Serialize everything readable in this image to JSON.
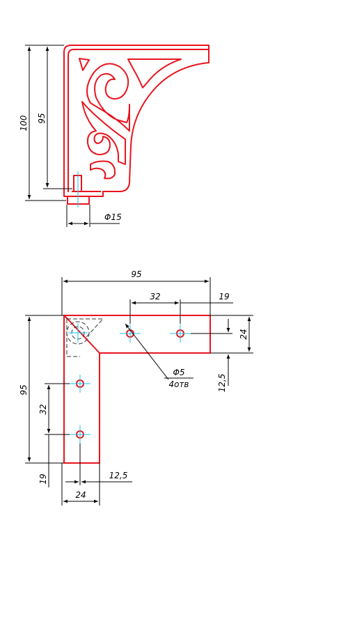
{
  "front_view": {
    "height_overall": "100",
    "height_inner": "95",
    "leg_diameter": "Φ15"
  },
  "top_view": {
    "width_overall": "95",
    "hole_spacing_horizontal": "32",
    "hole_offset_edge": "19",
    "arm_width_right": "24",
    "arm_offset_right": "12,5",
    "hole_diameter": "Φ5",
    "hole_count": "4отв",
    "height_overall": "95",
    "hole_spacing_vertical": "32",
    "hole_offset_bottom": "19",
    "arm_offset_bottom": "12,5",
    "arm_width_bottom": "24"
  },
  "colors": {
    "part_outline": "#e8141e",
    "center_lines": "#18c6e6",
    "dimensions": "#000000"
  }
}
